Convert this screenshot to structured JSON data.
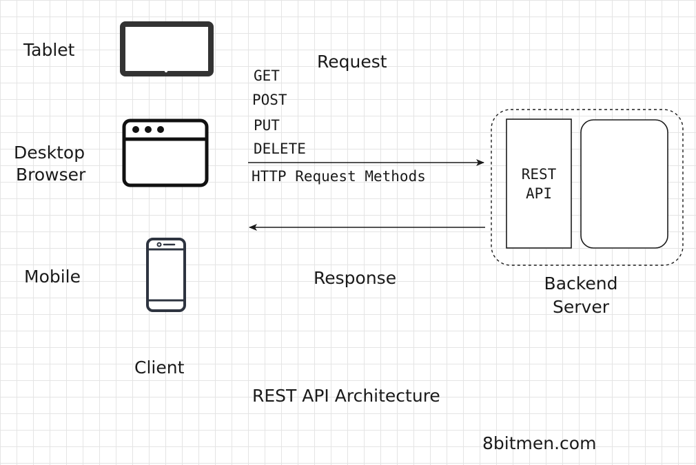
{
  "client": {
    "tablet_label": "Tablet",
    "desktop_label_line1": "Desktop",
    "desktop_label_line2": "Browser",
    "mobile_label": "Mobile",
    "group_label": "Client"
  },
  "request": {
    "title": "Request",
    "methods": [
      "GET",
      "POST",
      "PUT",
      "DELETE"
    ],
    "caption": "HTTP Request Methods"
  },
  "response": {
    "title": "Response"
  },
  "server": {
    "api_line1": "REST",
    "api_line2": "API",
    "label_line1": "Backend",
    "label_line2": "Server"
  },
  "footer": {
    "title": "REST API Architecture",
    "credit": "8bitmen.com"
  },
  "colors": {
    "stroke": "#1a1a1a",
    "device": "#333333",
    "grid": "#e4e4e4"
  },
  "icons": [
    "tablet-icon",
    "browser-window-icon",
    "mobile-phone-icon"
  ]
}
